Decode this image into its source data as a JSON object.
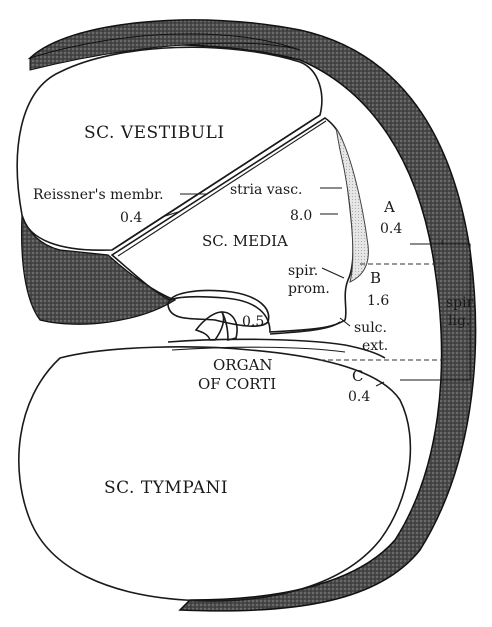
{
  "labels": {
    "sc_vestibuli": "SC. VESTIBULI",
    "reissners_membr": "Reissner's membr.",
    "reissners_value": "0.4",
    "stria_vasc": "stria vasc.",
    "stria_value": "8.0",
    "sc_media": "SC. MEDIA",
    "region_a": "A",
    "region_a_value": "0.4",
    "spir_prom_1": "spir.",
    "spir_prom_2": "prom.",
    "region_b": "B",
    "region_b_value": "1.6",
    "spir_lig_1": "spir.",
    "spir_lig_2": "lig.",
    "tunnel_value": "0.5",
    "sulc_ext_1": "sulc.",
    "sulc_ext_2": "ext.",
    "organ_of_corti_1": "ORGAN",
    "organ_of_corti_2": "OF CORTI",
    "region_c": "C",
    "region_c_value": "0.4",
    "sc_tympani": "SC. TYMPANI"
  },
  "colors": {
    "bone_fill": "#3a3a3a",
    "stria_fill": "#d6d6d6",
    "ink": "#1a1a1a"
  }
}
